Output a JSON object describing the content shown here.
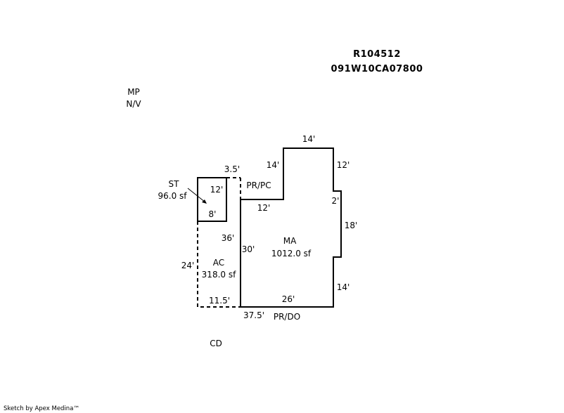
{
  "header": {
    "parcel_id": "R104512",
    "map_tax_lot": "091W10CA07800"
  },
  "notes": {
    "mp": "MP",
    "nv": "N/V",
    "cd": "CD"
  },
  "areas": {
    "ma": {
      "code": "MA",
      "size": "1012.0 sf"
    },
    "ac": {
      "code": "AC",
      "size": "318.0 sf"
    },
    "st": {
      "code": "ST",
      "size": "96.0 sf"
    },
    "pr_pc": "PR/PC",
    "pr_do": "PR/DO"
  },
  "dimensions": {
    "top_14": "14'",
    "left_14": "14'",
    "right_12": "12'",
    "jog_2": "2'",
    "right_18": "18'",
    "right_14": "14'",
    "bottom_26": "26'",
    "mid_12": "12'",
    "left_30": "30'",
    "left_36": "36'",
    "top_3_5": "3.5'",
    "st_12": "12'",
    "st_8": "8'",
    "ac_24": "24'",
    "ac_11_5": "11.5'",
    "bottom_37_5": "37.5'"
  },
  "footer": "Sketch by Apex Medina™"
}
